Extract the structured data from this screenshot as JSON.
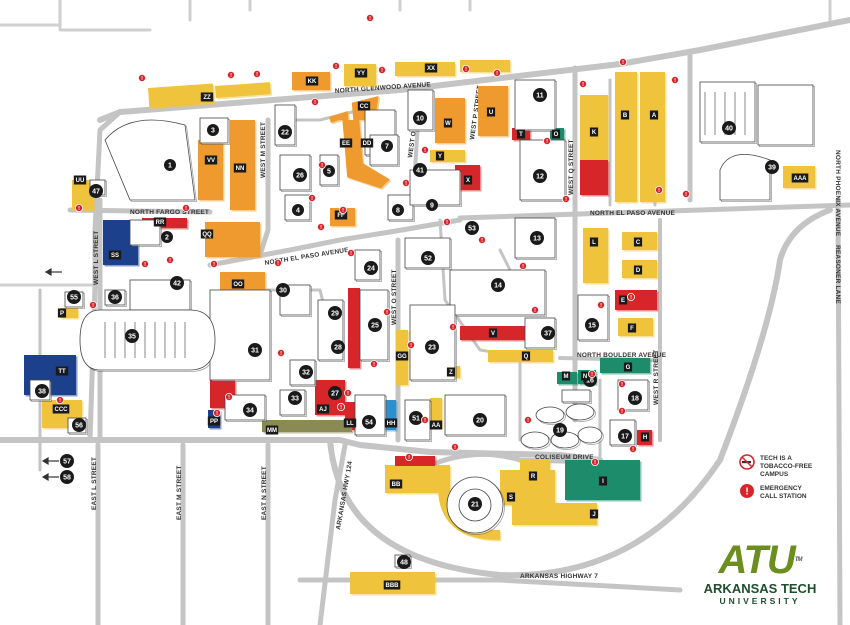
{
  "streets": {
    "north_glenwood": "NORTH GLENWOOD AVENUE",
    "north_fargo": "NORTH FARGO STREET",
    "north_el_paso_w": "NORTH EL PASO AVENUE",
    "north_el_paso_e": "NORTH EL PASO AVENUE",
    "north_boulder": "NORTH BOULDER AVENUE",
    "coliseum": "COLISEUM DRIVE",
    "west_m": "WEST M STREET",
    "west_o_top": "WEST O STREET",
    "west_o_mid": "WEST O STREET",
    "west_p": "WEST P STREET",
    "west_q": "WEST Q STREET",
    "west_r": "WEST R STREET",
    "west_l": "WEST L STREET",
    "east_l": "EAST L STREET",
    "east_m": "EAST M STREET",
    "east_n": "EAST N STREET",
    "hwy124": "ARKANSAS HWY 124",
    "hwy7": "ARKANSAS HIGHWAY 7",
    "north_phoenix": "NORTH PHOENIX AVENUE",
    "reasoner": "REASONER LANE"
  },
  "buildings": [
    "1",
    "2",
    "3",
    "4",
    "5",
    "7",
    "8",
    "9",
    "10",
    "11",
    "12",
    "13",
    "14",
    "15",
    "16",
    "17",
    "18",
    "19",
    "20",
    "21",
    "22",
    "23",
    "24",
    "25",
    "26",
    "27",
    "28",
    "29",
    "30",
    "31",
    "32",
    "33",
    "34",
    "35",
    "36",
    "37",
    "38",
    "39",
    "40",
    "41",
    "42",
    "47",
    "48",
    "51",
    "52",
    "53",
    "54",
    "55",
    "56",
    "57",
    "58"
  ],
  "lots": [
    "ZZ",
    "KK",
    "YY",
    "XX",
    "CC",
    "DD",
    "EE",
    "W",
    "U",
    "T",
    "O",
    "K",
    "B",
    "A",
    "X",
    "Y",
    "VV",
    "NN",
    "UU",
    "SS",
    "RR",
    "QQ",
    "FF",
    "L",
    "C",
    "D",
    "E",
    "F",
    "G",
    "H",
    "I",
    "J",
    "M",
    "N",
    "P",
    "Q",
    "R",
    "S",
    "V",
    "Z",
    "TT",
    "CCC",
    "GG",
    "HH",
    "LL",
    "AA",
    "AJ",
    "BB",
    "PP",
    "MM",
    "BBB",
    "AAA",
    "OO"
  ],
  "legend": {
    "tobacco": "TECH IS A TOBACCO-FREE CAMPUS",
    "emergency": "EMERGENCY CALL STATION"
  },
  "logo": {
    "mark": "ATU",
    "tm": "TM",
    "name": "ARKANSAS TECH",
    "sub": "UNIVERSITY"
  },
  "colors": {
    "road": "#bfbfbf",
    "gold_lot": "#f0c33c",
    "orange_lot": "#ef9a2e",
    "red_lot": "#d7262b",
    "blue_lot": "#1f3f8c",
    "green_lot": "#1f8c6b",
    "olive_lot": "#8a8a55",
    "building": "#ffffff",
    "emergency": "#d7262b",
    "brand_green": "#6b8e1e"
  }
}
